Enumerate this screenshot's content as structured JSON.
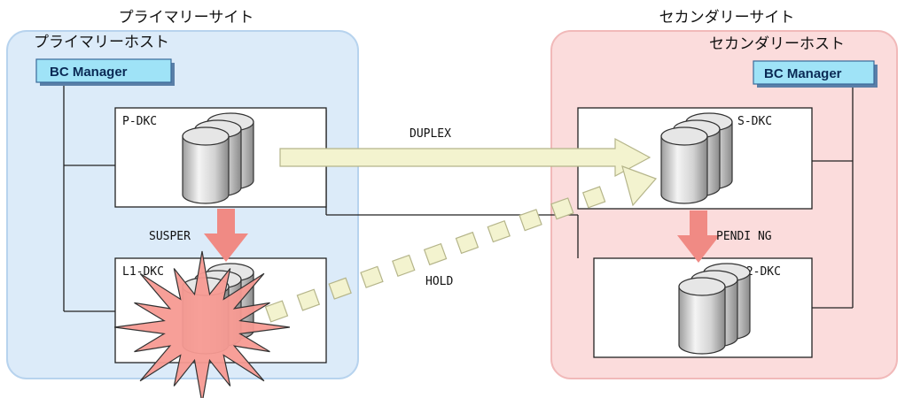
{
  "primary_site": {
    "site_label": "プライマリーサイト",
    "host_label": "プライマリーホスト",
    "bc_manager": "BC Manager",
    "p_dkc": "P-DKC",
    "l1_dkc": "L1-DKC"
  },
  "secondary_site": {
    "site_label": "セカンダリーサイト",
    "host_label": "セカンダリーホスト",
    "bc_manager": "BC Manager",
    "s_dkc": "S-DKC",
    "l2_dkc": "L2-DKC"
  },
  "links": {
    "duplex": "DUPLEX",
    "susper": "SUSPER",
    "pending": "PENDI NG",
    "hold": "HOLD"
  },
  "colors": {
    "primary_bg": "#dcebf9",
    "primary_border": "#b7d3ee",
    "secondary_bg": "#fbdcdc",
    "secondary_border": "#f1b9b9",
    "bc_manager_fill": "#9fe3f7",
    "duplex_arrow": "#f3f3cf",
    "down_arrow": "#f08a84",
    "failure_burst": "#f79a92"
  }
}
